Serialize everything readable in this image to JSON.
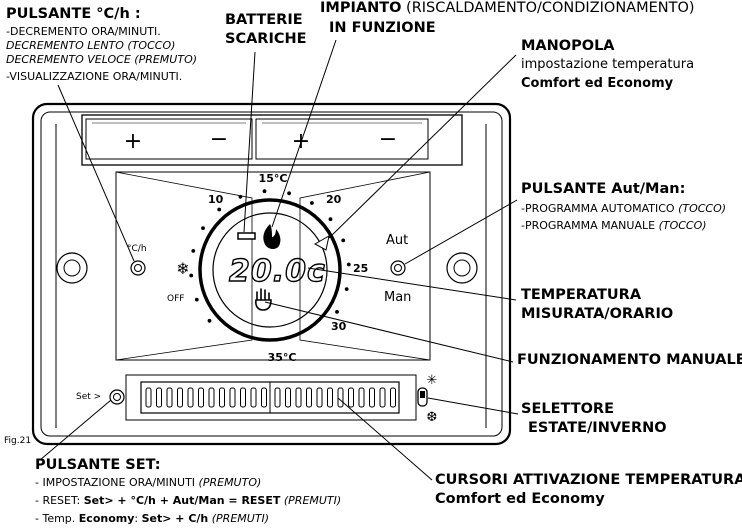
{
  "callouts": {
    "pulsante_ch": {
      "title": "PULSANTE °C/h :",
      "lines": [
        {
          "text": "-DECREMENTO ORA/MINUTI."
        },
        {
          "text": "DECREMENTO LENTO (TOCCO)"
        },
        {
          "text": "DECREMENTO VELOCE (PREMUTO)"
        },
        {
          "text": "-VISUALIZZAZIONE  ORA/MINUTI."
        }
      ]
    },
    "batterie": {
      "line1": "BATTERIE",
      "line2": "SCARICHE"
    },
    "impianto": {
      "title": "IMPIANTO",
      "subtitle": "(RISCALDAMENTO/CONDIZIONAMENTO)",
      "line2": "IN FUNZIONE"
    },
    "manopola": {
      "title": "MANOPOLA",
      "line1": "impostazione temperatura",
      "line2": "Comfort ed Economy"
    },
    "pulsante_autman": {
      "title": "PULSANTE Aut/Man:",
      "line1_prefix": "-PROGRAMMA AUTOMATICO ",
      "line1_suffix": "(TOCCO)",
      "line2_prefix": "-PROGRAMMA MANUALE ",
      "line2_suffix": "(TOCCO)"
    },
    "temperatura": {
      "line1": "TEMPERATURA",
      "line2": "MISURATA/ORARIO"
    },
    "funz_manuale": {
      "text": "FUNZIONAMENTO MANUALE"
    },
    "selettore": {
      "line1": "SELETTORE",
      "line2": "ESTATE/INVERNO"
    },
    "cursori": {
      "line1": "CURSORI ATTIVAZIONE TEMPERATURA",
      "line2": "Comfort ed Economy"
    },
    "pulsante_set": {
      "title": "PULSANTE SET:",
      "l1_a": "- IMPOSTAZIONE ORA/MINUTI ",
      "l1_b": "(PREMUTO)",
      "l2_a": "- RESET: ",
      "l2_b": "Set> + °C/h + Aut/Man = RESET",
      "l2_c": " (PREMUTI)",
      "l3_a": "- Temp. ",
      "l3_b": "Economy",
      "l3_c": ": ",
      "l3_d": "Set> + C/h",
      "l3_e": " (PREMUTI)"
    },
    "fig": "Fig.21"
  },
  "device": {
    "display": "20.0c",
    "dial_labels": {
      "t10": "10",
      "t15": "15°C",
      "t20": "20",
      "t25": "25",
      "t30": "30",
      "t35": "35°C",
      "off": "OFF"
    },
    "button_ch": "°C/h",
    "button_aut": "Aut",
    "button_man": "Man",
    "button_set": "Set >",
    "battery_plus": "+",
    "battery_minus": "−"
  }
}
